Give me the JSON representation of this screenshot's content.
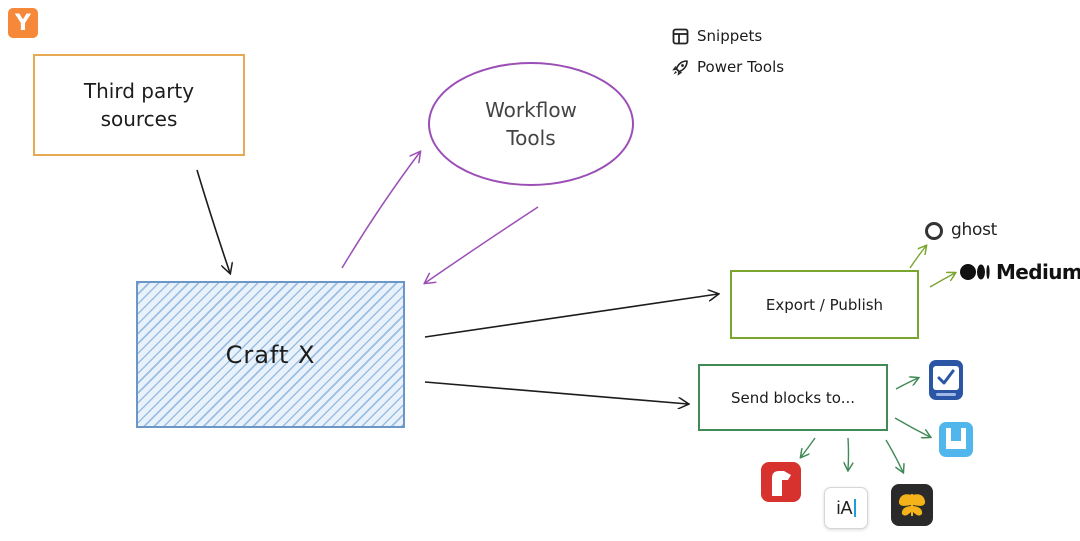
{
  "nodes": {
    "third_party": [
      "Third party",
      "sources"
    ],
    "workflow": [
      "Workflow",
      "Tools"
    ],
    "craft": "Craft X",
    "export": "Export / Publish",
    "send": "Send blocks to..."
  },
  "legend": [
    {
      "icon": "snippets-icon",
      "label": "Snippets"
    },
    {
      "icon": "rocket-icon",
      "label": "Power Tools"
    }
  ],
  "brands": {
    "ghost": "ghost",
    "medium": "Medium",
    "ia_writer": "iA",
    "logo": "Y"
  },
  "colors": {
    "third_party_border": "#e6aa55",
    "workflow_border": "#9b4fb6",
    "craft_border": "#6a97c8",
    "export_border": "#7aa52f",
    "send_border": "#3f8a55"
  }
}
